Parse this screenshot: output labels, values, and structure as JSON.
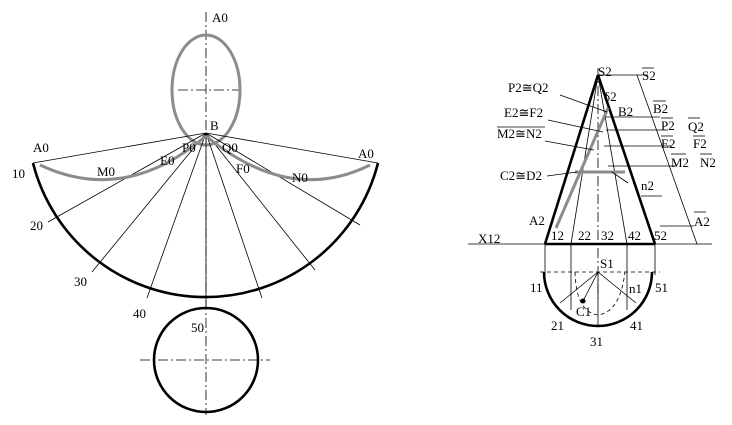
{
  "development": {
    "labels": {
      "a0_top": "A0",
      "a0_left": "A0",
      "a0_right": "A0",
      "b": "B",
      "p0": "P0",
      "q0": "Q0",
      "m0": "M0",
      "e0": "E0",
      "f0": "F0",
      "n0": "N0",
      "pt1": "10",
      "pt2": "20",
      "pt3": "30",
      "pt4": "40",
      "pt5": "50"
    }
  },
  "projection": {
    "front": {
      "s2": "S2",
      "s2_bar": "S2",
      "p2q2": "P2≅Q2",
      "e2f2": "E2≅F2",
      "m2n2": "M2≅N2",
      "c2d2": "C2≅D2",
      "b2": "B2",
      "b2_bar": "B2",
      "p2_bar": "P2",
      "q2_bar": "Q2",
      "e2_bar": "E2",
      "f2_bar": "F2",
      "m2": "M2",
      "n2_bar": "N2",
      "n2": "n2",
      "a2": "A2",
      "a2_bar": "A2",
      "delta": "δ2",
      "x12": "X12",
      "t1": "12",
      "t2": "22",
      "t3": "32",
      "t4": "42",
      "t5": "52"
    },
    "top": {
      "s1": "S1",
      "l1": "11",
      "l5": "51",
      "l2": "21",
      "l4": "41",
      "l3": "31",
      "c1": "C1",
      "n1": "n1"
    }
  }
}
